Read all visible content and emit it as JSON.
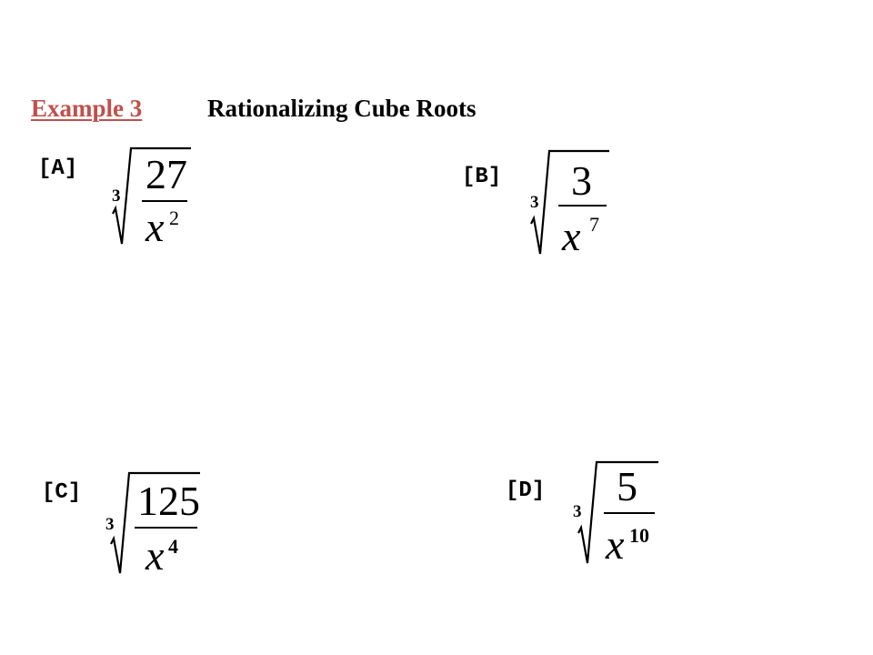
{
  "heading": {
    "example_label": "Example 3",
    "title": "Rationalizing Cube Roots"
  },
  "problems": [
    {
      "label": "[A]",
      "index": "3",
      "numerator": "27",
      "variable": "x",
      "exponent": "2"
    },
    {
      "label": "[B]",
      "index": "3",
      "numerator": "3",
      "variable": "x",
      "exponent": "7"
    },
    {
      "label": "[C]",
      "index": "3",
      "numerator": "125",
      "variable": "x",
      "exponent": "4"
    },
    {
      "label": "[D]",
      "index": "3",
      "numerator": "5",
      "variable": "x",
      "exponent": "10"
    }
  ]
}
